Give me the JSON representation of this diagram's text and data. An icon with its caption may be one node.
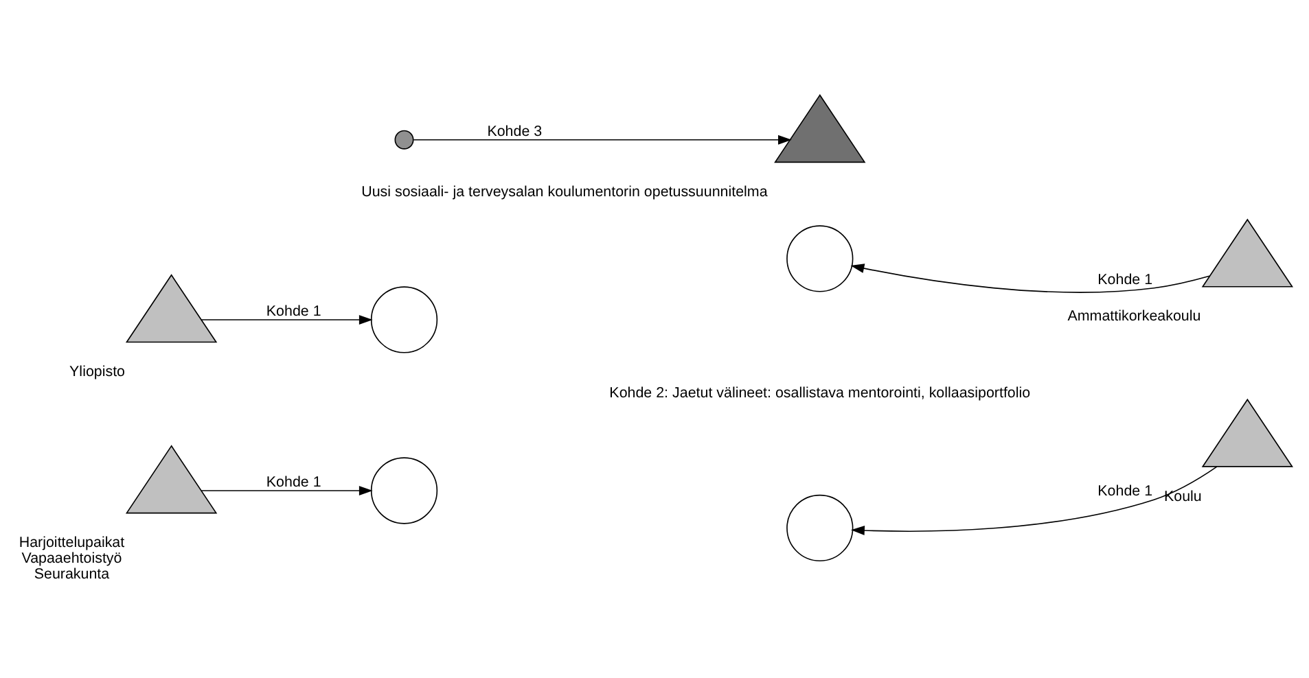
{
  "diagram": {
    "nodes": [
      {
        "text": [
          "Yliopisto"
        ]
      },
      {
        "text": [
          "Ammattikorkeakoulu"
        ]
      },
      {
        "text": [
          "Harjoittelupaikat",
          "Vapaaehtoistyö",
          "Seurakunta"
        ]
      },
      {
        "text": [
          "Koulu"
        ]
      },
      {
        "text": [],
        "shape": "circle"
      },
      {
        "text": [],
        "shape": "circle"
      },
      {
        "text": [],
        "shape": "circle"
      },
      {
        "text": [],
        "shape": "circle"
      },
      {
        "text": [],
        "shape": "circle"
      },
      {
        "text": [
          "Uusi sosiaali- ja terveysalan koulumentorin opetussuunnitelma"
        ]
      }
    ],
    "edges": [
      {
        "from": 0,
        "to": 4,
        "arrow": "to",
        "label": "Kohde 1"
      },
      {
        "from": 1,
        "to": 5,
        "arrow": "to",
        "label": "Kohde 1"
      },
      {
        "from": 2,
        "to": 6,
        "arrow": "to",
        "label": "Kohde 1"
      },
      {
        "from": 3,
        "to": 7,
        "arrow": "to",
        "label": "Kohde 1"
      },
      {
        "from": 8,
        "to": 9,
        "arrow": "to",
        "label": "Kohde 3"
      }
    ],
    "labels": [
      "Kohde 2: Jaetut välineet: osallistava mentorointi, kollaasiportfolio"
    ]
  }
}
